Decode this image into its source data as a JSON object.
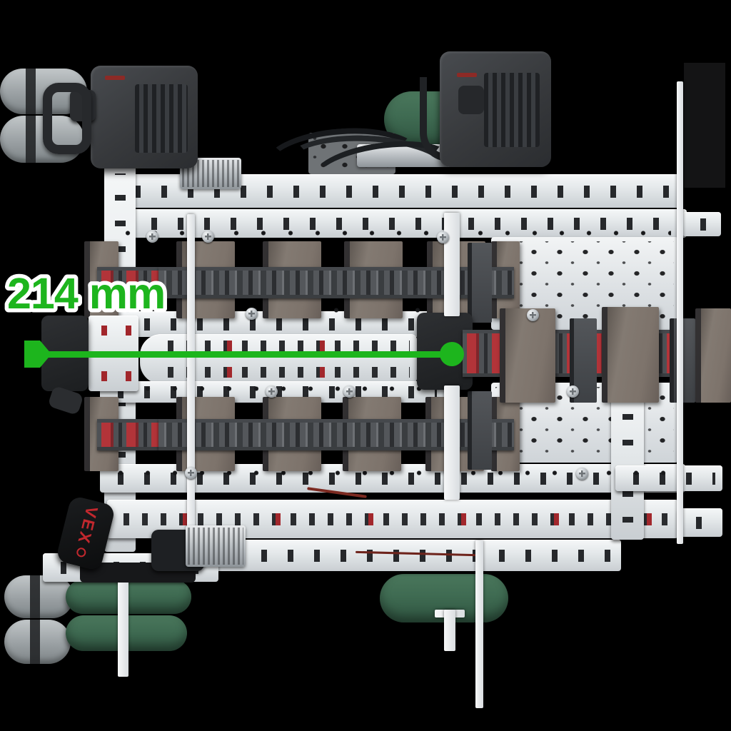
{
  "annotation": {
    "dimension_label": "214 mm",
    "orientation": "horizontal",
    "start_marker": "square-arrow",
    "end_marker": "circle"
  },
  "branding": {
    "vex_logo_text": "VEX"
  },
  "colors": {
    "background": "#000000",
    "annotation_green": "#1db51d",
    "wheel_green": "#3f6b52",
    "chain_red": "#b23439",
    "motor_dark": "#37393c",
    "flap_taupe": "#7d736b",
    "logo_red": "#c2282e"
  }
}
